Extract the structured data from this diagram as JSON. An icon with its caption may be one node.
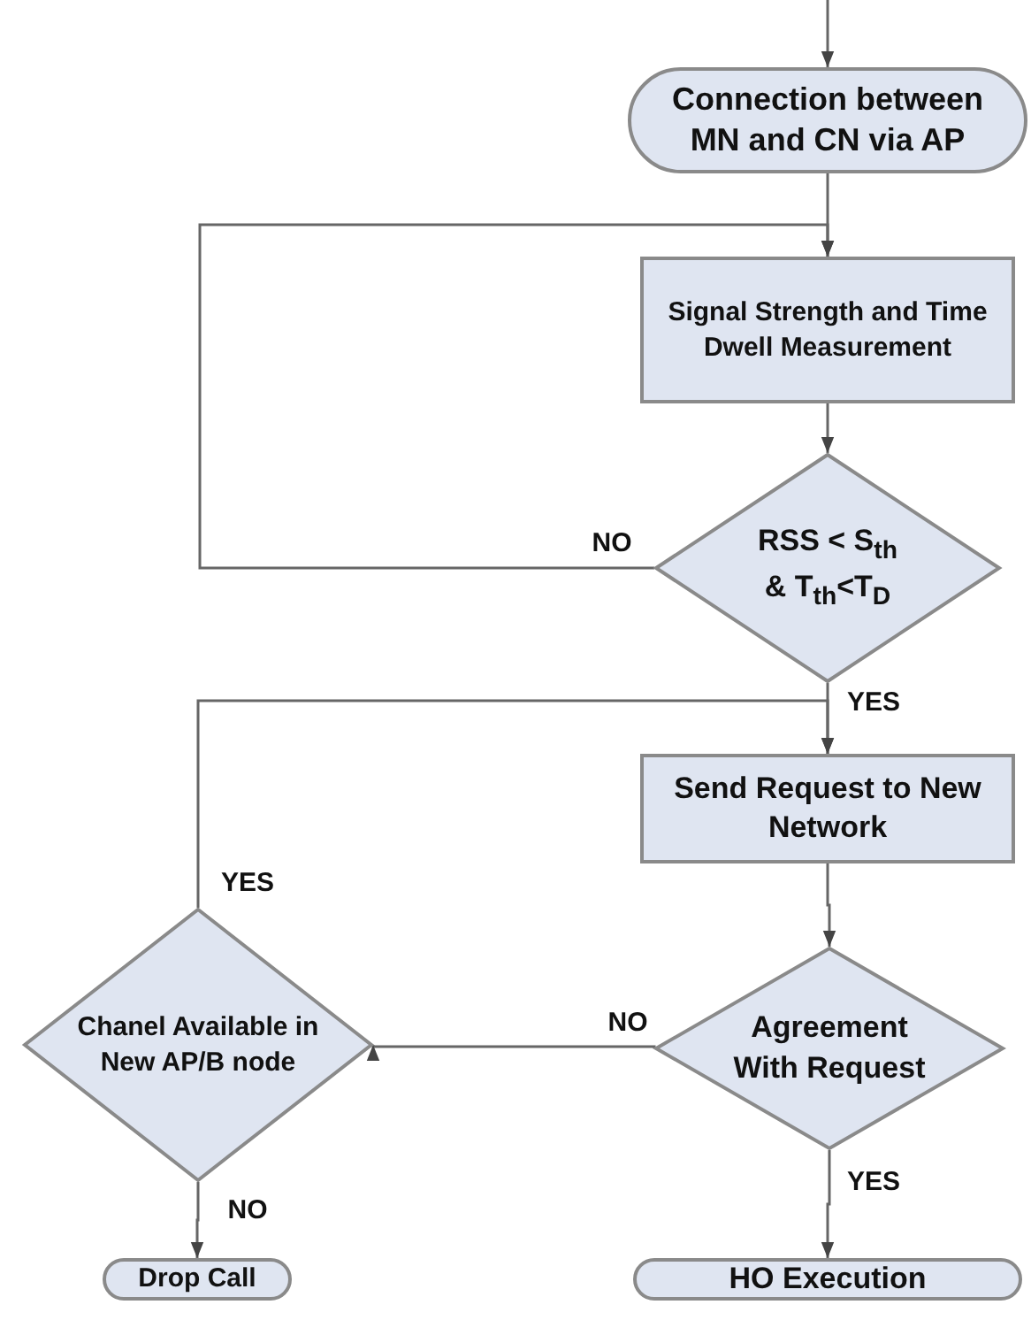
{
  "diagram": {
    "nodes": [
      {
        "text": [
          "Connection between MN and CN via AP"
        ]
      },
      {
        "text": [
          "Signal Strength and Time Dwell Measurement"
        ]
      },
      {
        "text": [
          "RSS < S$_{th}$ & T$_{th}$<T$_{D}$"
        ]
      },
      {
        "text": [
          "Send Request to New Network"
        ]
      },
      {
        "text": [
          "Agreement With Request"
        ]
      },
      {
        "text": [
          "Chanel Available in New AP/B node"
        ]
      },
      {
        "text": [
          "Drop Call"
        ]
      },
      {
        "text": [
          "HO Execution"
        ]
      }
    ],
    "edges": [
      {
        "from": null,
        "to": 0,
        "arrow": "to"
      },
      {
        "from": 0,
        "to": 1,
        "arrow": "to"
      },
      {
        "from": 1,
        "to": 2,
        "arrow": "to"
      },
      {
        "from": 2,
        "to": 1,
        "arrow": "to",
        "label": "NO"
      },
      {
        "from": 2,
        "to": 3,
        "arrow": "to",
        "label": "YES"
      },
      {
        "from": 3,
        "to": 4,
        "arrow": "to"
      },
      {
        "from": 4,
        "to": 5,
        "arrow": "to",
        "label": "NO"
      },
      {
        "from": 5,
        "to": 3,
        "arrow": "to",
        "label": "YES"
      },
      {
        "from": 5,
        "to": 6,
        "arrow": "to",
        "label": "NO"
      },
      {
        "from": 4,
        "to": 7,
        "arrow": "to",
        "label": "YES"
      }
    ]
  }
}
